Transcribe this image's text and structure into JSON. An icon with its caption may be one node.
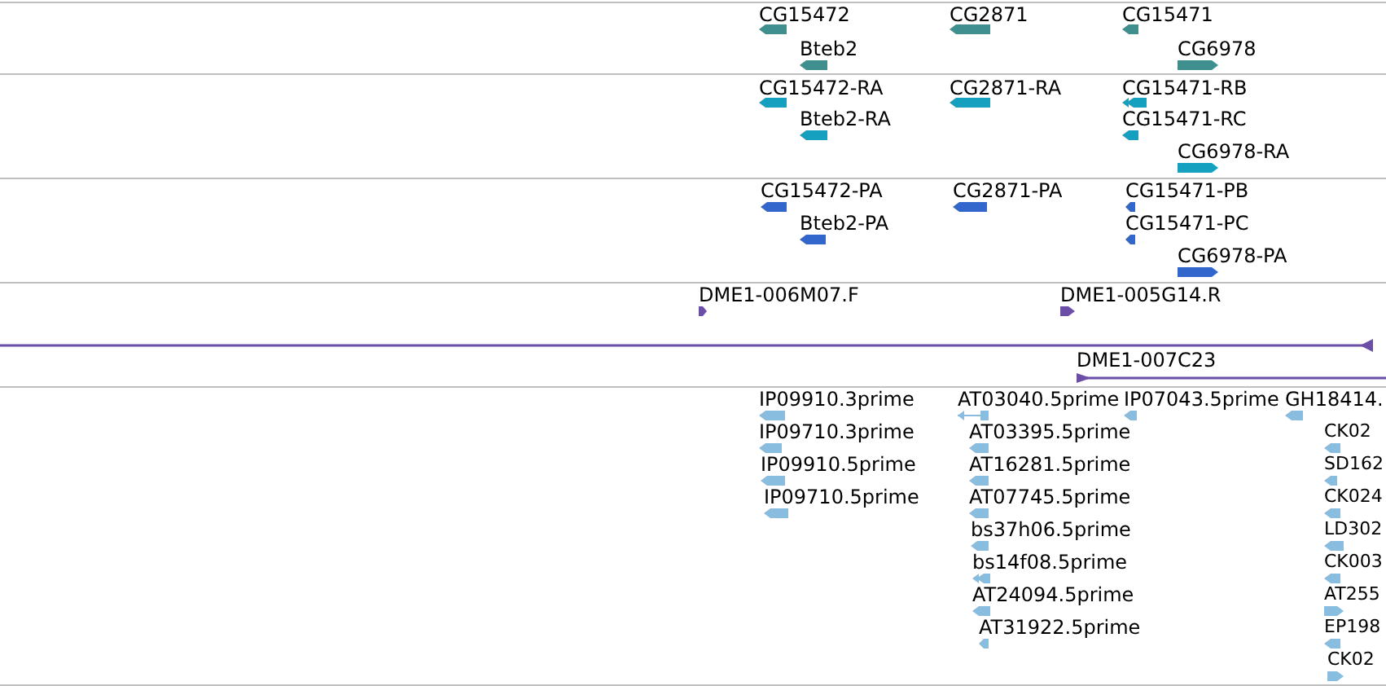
{
  "diagram": {
    "nodes": [
      {
        "text": [
          "CG15472"
        ]
      },
      {
        "text": [
          "Bteb2"
        ]
      },
      {
        "text": [
          "CG2871"
        ]
      },
      {
        "text": [
          "CG15471"
        ]
      },
      {
        "text": [
          "CG6978"
        ]
      },
      {
        "text": [
          "CG15472-RA"
        ]
      },
      {
        "text": [
          "Bteb2-RA"
        ]
      },
      {
        "text": [
          "CG2871-RA"
        ]
      },
      {
        "text": [
          "CG15471-RB"
        ]
      },
      {
        "text": [
          "CG15471-RC"
        ]
      },
      {
        "text": [
          "CG6978-RA"
        ]
      },
      {
        "text": [
          "CG15472-PA"
        ]
      },
      {
        "text": [
          "Bteb2-PA"
        ]
      },
      {
        "text": [
          "CG2871-PA"
        ]
      },
      {
        "text": [
          "CG15471-PB"
        ]
      },
      {
        "text": [
          "CG15471-PC"
        ]
      },
      {
        "text": [
          "CG6978-PA"
        ]
      },
      {
        "text": [
          "DME1-006M07.F"
        ]
      },
      {
        "text": [
          "DME1-005G14.R"
        ]
      },
      {
        "text": [],
        "shape": "bar"
      },
      {
        "text": [
          "DME1-007C23"
        ]
      },
      {
        "text": [
          "IP09910.3prime"
        ]
      },
      {
        "text": [
          "IP09710.3prime"
        ]
      },
      {
        "text": [
          "IP09910.5prime"
        ]
      },
      {
        "text": [
          "IP09710.5prime"
        ]
      },
      {
        "text": [
          "AT03040.5prime"
        ]
      },
      {
        "text": [
          "IP07043.5prime"
        ]
      },
      {
        "text": [
          "GH18414."
        ]
      },
      {
        "text": [
          "AT03395.5prime"
        ]
      },
      {
        "text": [
          "AT16281.5prime"
        ]
      },
      {
        "text": [
          "AT07745.5prime"
        ]
      },
      {
        "text": [
          "bs37h06.5prime"
        ]
      },
      {
        "text": [
          "bs14f08.5prime"
        ]
      },
      {
        "text": [
          "AT24094.5prime"
        ]
      },
      {
        "text": [
          "AT31922.5prime"
        ]
      },
      {
        "text": [
          "CK02"
        ]
      },
      {
        "text": [
          "SD162"
        ]
      },
      {
        "text": [
          "CK024"
        ]
      },
      {
        "text": [
          "LD302"
        ]
      },
      {
        "text": [
          "CK003"
        ]
      },
      {
        "text": [
          "AT255"
        ]
      },
      {
        "text": [
          "EP198"
        ]
      },
      {
        "text": [
          "CK02"
        ]
      }
    ]
  }
}
